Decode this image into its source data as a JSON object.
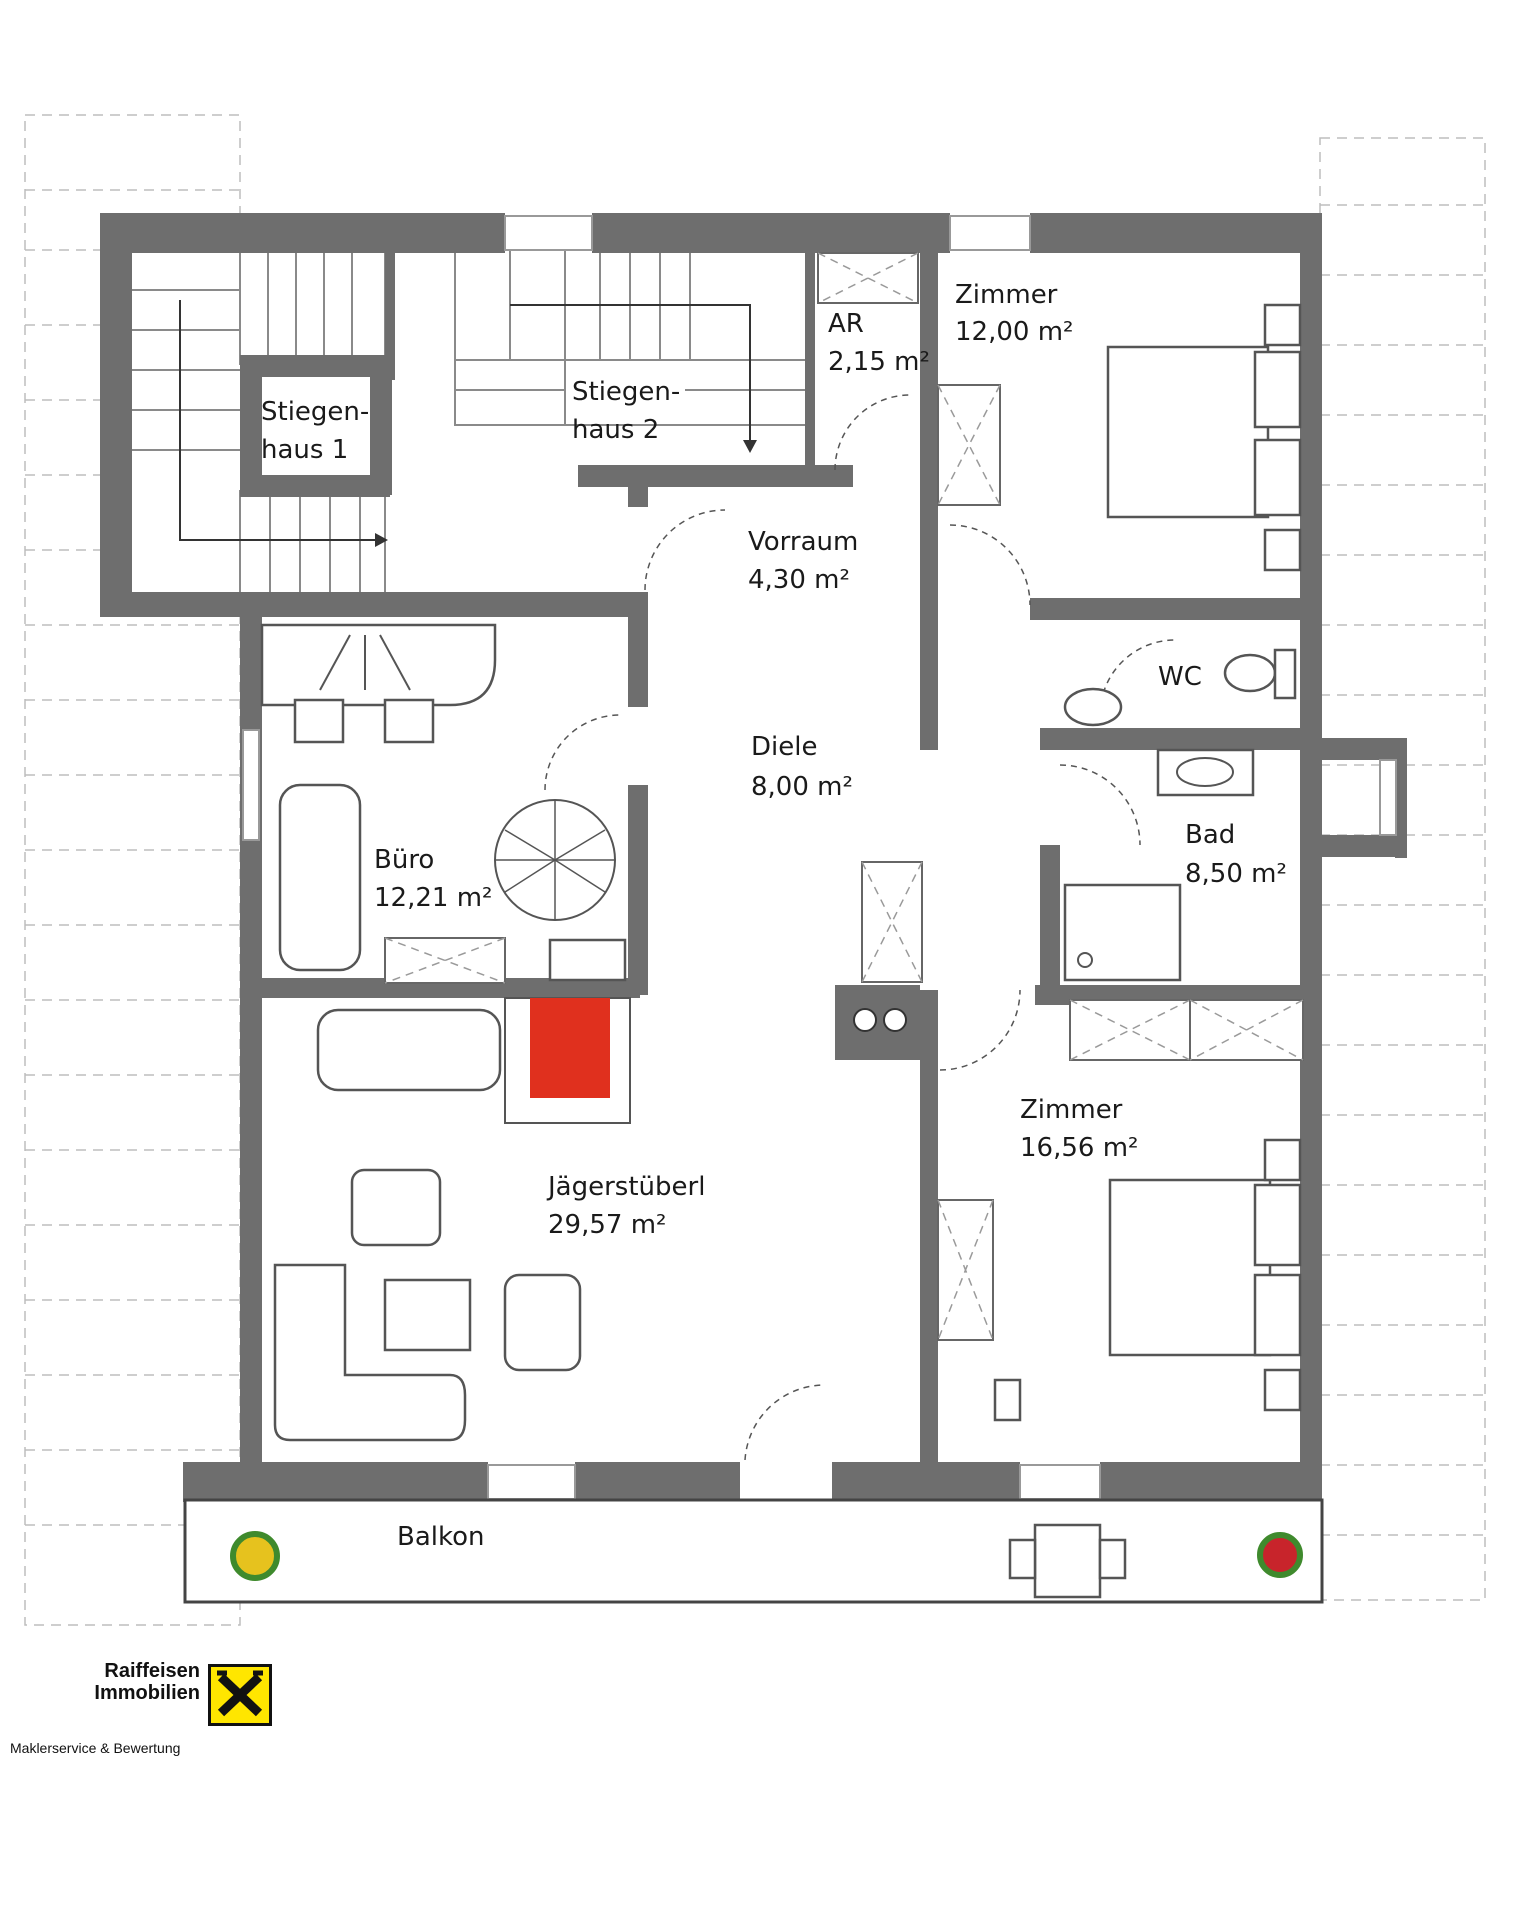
{
  "rooms": {
    "stiegenhaus1": {
      "line1": "Stiegen-",
      "line2": "haus 1"
    },
    "stiegenhaus2": {
      "line1": "Stiegen-",
      "line2": "haus 2"
    },
    "ar": {
      "name": "AR",
      "area": "2,15 m²"
    },
    "zimmer1": {
      "name": "Zimmer",
      "area": "12,00 m²"
    },
    "vorraum": {
      "name": "Vorraum",
      "area": "4,30 m²"
    },
    "wc": {
      "name": "WC"
    },
    "diele": {
      "name": "Diele",
      "area": "8,00 m²"
    },
    "bad": {
      "name": "Bad",
      "area": "8,50 m²"
    },
    "buero": {
      "name": "Büro",
      "area": "12,21 m²"
    },
    "zimmer2": {
      "name": "Zimmer",
      "area": "16,56 m²"
    },
    "jaegerstuebel": {
      "name": "Jägerstüberl",
      "area": "29,57 m²"
    },
    "balkon": {
      "name": "Balkon"
    }
  },
  "logo": {
    "line1": "Raiffeisen",
    "line2": "Immobilien",
    "tagline": "Maklerservice & Bewertung",
    "brand_color": "#ffe600"
  },
  "colors": {
    "wall": "#6e6e6e",
    "stove": "#e0301e"
  }
}
